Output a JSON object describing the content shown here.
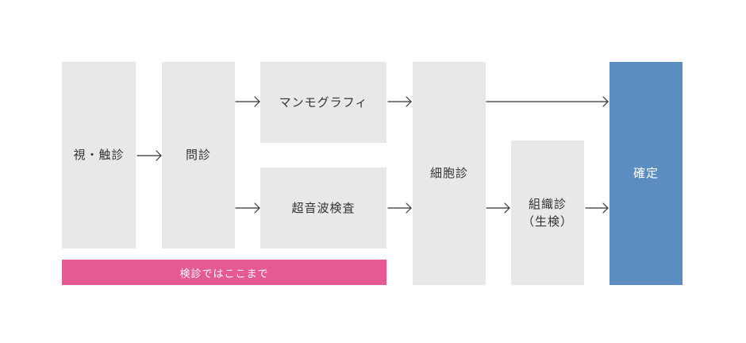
{
  "diagram": {
    "steps": {
      "palpation": "視・触診",
      "interview": "問診",
      "mammography": "マンモグラフィ",
      "ultrasound": "超音波検査",
      "cytology": "細胞診",
      "histology": "組織診",
      "histology_sub": "（生検）",
      "diagnosis": "確定"
    },
    "banner_label": "検診ではここまで"
  },
  "colors": {
    "box": "#e8e8e8",
    "final": "#5b8dc0",
    "banner": "#e55a93",
    "arrow": "#333333",
    "text": "#333333"
  }
}
